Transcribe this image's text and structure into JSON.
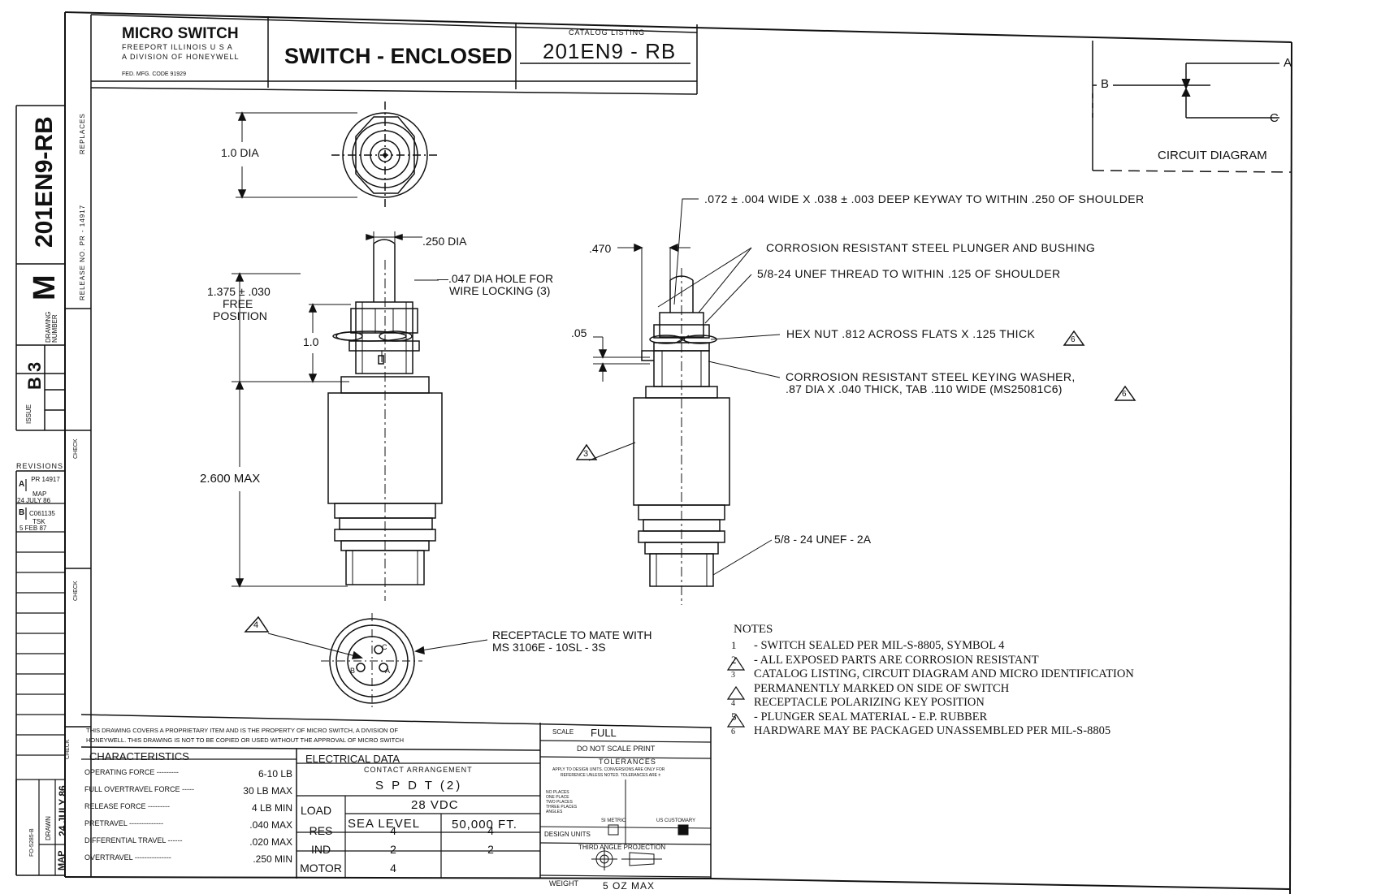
{
  "title_block": {
    "company": "MICRO SWITCH",
    "company_line2": "FREEPORT ILLINOIS U S A",
    "company_line3": "A DIVISION OF HONEYWELL",
    "fed_code": "FED. MFG. CODE 91929",
    "title": "SWITCH - ENCLOSED",
    "catalog_label": "CATALOG LISTING",
    "catalog_number": "201EN9 - RB"
  },
  "side_strip": {
    "drawing_number": "201EN9-RB",
    "drawing_letter": "M",
    "drawing_number_label": "DRAWING NUMBER",
    "replaces_label": "REPLACES",
    "release_label": "RELEASE NO. PR - 14917",
    "issue_label": "ISSUE",
    "issue_value": "B 3",
    "check_label": "CHECK",
    "check_label2": "CHECK",
    "check_label3": "CHECK",
    "drawn_label": "DRAWN",
    "drawn_date": "24 JULY 86",
    "drawn_by": "MAP",
    "form_number": "FO-5285-B",
    "revisions_label": "REVISIONS",
    "revisions": [
      {
        "letter": "A",
        "ref": "PR 14917",
        "by": "MAP",
        "date": "24 JULY 86"
      },
      {
        "letter": "B",
        "ref": "C061135",
        "by": "TSK",
        "date": "5 FEB 87"
      }
    ]
  },
  "circuit": {
    "label": "CIRCUIT DIAGRAM",
    "terminals": [
      "A",
      "B",
      "C"
    ]
  },
  "dimensions": {
    "head_dia": "1.0 DIA",
    "plunger_dia": ".250 DIA",
    "free_position": "1.375 ± .030",
    "free_position_l2": "FREE",
    "free_position_l3": "POSITION",
    "one_inch": "1.0",
    "max_length": "2.600 MAX",
    "wire_hole": "—.047 DIA HOLE FOR",
    "wire_hole_l2": "WIRE LOCKING (3)",
    "keyway": ".072 ± .004 WIDE X .038 ± .003 DEEP KEYWAY TO WITHIN .250 OF SHOULDER",
    "dim_470": ".470",
    "plunger_note": "CORROSION RESISTANT STEEL PLUNGER AND BUSHING",
    "thread_note": "5/8-24 UNEF THREAD TO WITHIN .125 OF SHOULDER",
    "dim_05": ".05",
    "hex_nut": "HEX NUT .812 ACROSS FLATS X .125 THICK",
    "washer_l1": "CORROSION RESISTANT STEEL KEYING WASHER,",
    "washer_l2": ".87 DIA X .040 THICK, TAB .110 WIDE (MS25081C6)",
    "thread_2a": "5/8 - 24 UNEF - 2A",
    "receptacle_l1": "RECEPTACLE TO MATE WITH",
    "receptacle_l2": "MS 3106E - 10SL - 3S",
    "flag_3": "3",
    "flag_4": "4",
    "flag_6": "6",
    "pin_a": "A",
    "pin_b": "B",
    "pin_c": "C"
  },
  "notes": {
    "heading": "NOTES",
    "items": [
      {
        "num": "1",
        "text": "- SWITCH SEALED PER MIL-S-8805, SYMBOL 4",
        "flag": false
      },
      {
        "num": "2",
        "text": "- ALL EXPOSED PARTS ARE CORROSION RESISTANT",
        "flag": false
      },
      {
        "num": "3",
        "text": "CATALOG LISTING, CIRCUIT DIAGRAM AND MICRO IDENTIFICATION",
        "flag": true
      },
      {
        "num": "",
        "text": "PERMANENTLY MARKED ON SIDE OF SWITCH",
        "flag": false
      },
      {
        "num": "4",
        "text": "RECEPTACLE POLARIZING KEY POSITION",
        "flag": true
      },
      {
        "num": "5",
        "text": "- PLUNGER SEAL MATERIAL - E.P. RUBBER",
        "flag": false
      },
      {
        "num": "6",
        "text": "HARDWARE MAY BE PACKAGED UNASSEMBLED PER MIL-S-8805",
        "flag": true
      }
    ]
  },
  "proprietary": {
    "line1": "THIS DRAWING COVERS A PROPRIETARY ITEM AND IS THE PROPERTY OF MICRO SWITCH, A DIVISION OF",
    "line2": "HONEYWELL. THIS DRAWING IS NOT TO BE COPIED OR USED WITHOUT THE APPROVAL OF MICRO SWITCH"
  },
  "characteristics": {
    "heading": "CHARACTERISTICS",
    "rows": [
      {
        "label": "OPERATING FORCE ---------",
        "value": "6-10 LB"
      },
      {
        "label": "FULL OVERTRAVEL FORCE -----",
        "value": "30 LB MAX"
      },
      {
        "label": "RELEASE FORCE ---------",
        "value": "4 LB MIN"
      },
      {
        "label": "PRETRAVEL --------------",
        "value": ".040 MAX"
      },
      {
        "label": "DIFFERENTIAL TRAVEL ------",
        "value": ".020 MAX"
      },
      {
        "label": "OVERTRAVEL ---------------",
        "value": ".250 MIN"
      }
    ]
  },
  "electrical": {
    "heading": "ELECTRICAL DATA",
    "contact_label": "CONTACT ARRANGEMENT",
    "contact_value": "S P D T (2)",
    "voltage": "28 VDC",
    "load_label": "LOAD",
    "col1": "SEA LEVEL",
    "col2": "50,000 FT.",
    "rows": [
      {
        "label": "RES",
        "v1": "4",
        "v2": "4"
      },
      {
        "label": "IND",
        "v1": "2",
        "v2": "2"
      },
      {
        "label": "MOTOR",
        "v1": "4",
        "v2": ""
      }
    ]
  },
  "scale_block": {
    "scale_label": "SCALE",
    "scale_value": "FULL",
    "no_scale": "DO NOT SCALE PRINT",
    "tolerances": "TOLERANCES",
    "tol_note1": "APPLY TO DESIGN UNITS. CONVERSIONS ARE ONLY FOR",
    "tol_note2": "REFERENCE UNLESS NOTED. TOLERANCES ARE ±",
    "tol_places1": "NO PLACES",
    "tol_places2": "ONE PLACE",
    "tol_places3": "TWO PLACES",
    "tol_places4": "THREE PLACES",
    "tol_places5": "ANGLES",
    "design_units": "DESIGN UNITS",
    "si_metric": "SI METRIC",
    "us_customary": "US CUSTOMARY",
    "projection": "THIRD ANGLE PROJECTION",
    "weight_label": "WEIGHT",
    "weight_value": "5 OZ MAX"
  },
  "colors": {
    "ink": "#111111",
    "paper": "#ffffff"
  }
}
